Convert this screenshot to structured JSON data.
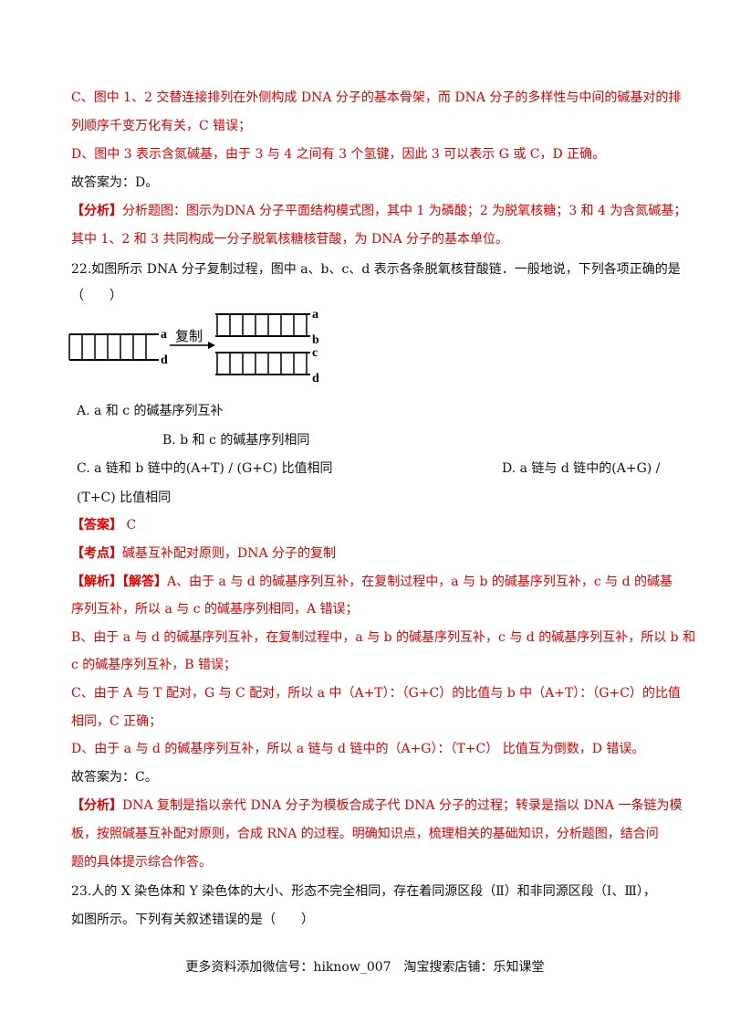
{
  "lines": {
    "l1": "C、图中 1、2 交替连接排列在外侧构成 DNA 分子的基本骨架，而 DNA 分子的多样性与中间的碱基对的排",
    "l2": "列顺序千变万化有关，C 错误；",
    "l3": "D、图中 3 表示含氮碱基，由于 3 与 4 之间有 3 个氢键，因此 3 可以表示 G 或 C，D 正确。",
    "l4": "故答案为：D。",
    "l5_tag": "【分析】",
    "l5": "分析题图：图示为DNA 分子平面结构模式图，其中 1 为磷酸；2 为脱氧核糖；3 和 4 为含氮碱基；",
    "l6": "其中 1、2 和 3 共同构成一分子脱氧核糖核苷酸，为 DNA 分子的基本单位。",
    "q22": "22.如图所示 DNA 分子复制过程，图中 a、b、c、d 表示各条脱氧核苷酸链．一般地说，下列各项正确的是",
    "q22b": "（　　）",
    "optA": "A. a 和 c 的碱基序列互补",
    "optB": "B. b 和 c 的碱基序列相同",
    "optC": "C. a 链和 b 链中的(A+T) / (G+C)  比值相同",
    "optD": "D. a 链与 d 链中的(A+G) /",
    "optD2": "(T+C)  比值相同",
    "ans_tag": "【答案】",
    "ans": " C",
    "kd_tag": "【考点】",
    "kd": "碱基互补配对原则，DNA 分子的复制",
    "jx_tag": "【解析】【解答】",
    "jx1": "A、由于 a 与 d 的碱基序列互补，在复制过程中，a 与 b 的碱基序列互补，c 与 d 的碱基",
    "jx2": "序列互补，所以 a 与 c 的碱基序列相同，A 错误；",
    "jx3": "B、由于 a 与 d 的碱基序列互补，在复制过程中，a 与 b 的碱基序列互补，c 与 d 的碱基序列互补，所以 b 和",
    "jx4": "c 的碱基序列互补，B 错误；",
    "jx5": "C、由于 A 与 T 配对，G 与 C 配对，所以 a 中（A+T）：（G+C）的比值与 b 中（A+T）：（G+C）的比值",
    "jx6": "相同，C 正确；",
    "jx7": "D、由于 a 与 d 的碱基序列互补，所以 a 链与 d 链中的（A+G）：（T+C） 比值互为倒数，D 错误。",
    "jx8": "故答案为：C。",
    "fx_tag": "【分析】",
    "fx1": "DNA 复制是指以亲代 DNA 分子为模板合成子代 DNA 分子的过程；转录是指以 DNA 一条链为模",
    "fx2": "板，按照碱基互补配对原则，合成 RNA 的过程。明确知识点，梳理相关的基础知识，分析题图，结合问",
    "fx3": "题的具体提示综合作答。",
    "q23": "23.人的 X 染色体和 Y 染色体的大小、形态不完全相同，存在着同源区段（Ⅱ）和非同源区段（Ⅰ、Ⅲ），",
    "q23b": "如图所示。下列有关叙述错误的是（　　）"
  },
  "diagram": {
    "label_a1": "a",
    "label_d1": "d",
    "arrow_label": "复制",
    "label_a2": "a",
    "label_b": "b",
    "label_c": "c",
    "label_d2": "d"
  },
  "footer": "更多资料添加微信号：hiknow_007　淘宝搜索店铺：乐知课堂"
}
